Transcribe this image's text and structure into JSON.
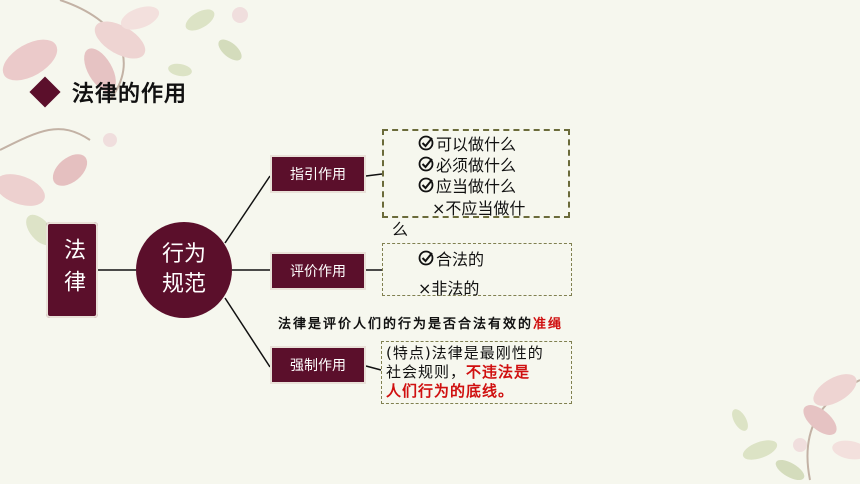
{
  "title": "法律的作用",
  "law_box": "法律",
  "center_circle": "行为\n规范",
  "branches": [
    {
      "label": "指引作用"
    },
    {
      "label": "评价作用"
    },
    {
      "label": "强制作用"
    }
  ],
  "guidance_items": [
    {
      "mark": "check",
      "text": "可以做什么"
    },
    {
      "mark": "check",
      "text": "必须做什么"
    },
    {
      "mark": "check",
      "text": "应当做什么"
    },
    {
      "mark": "cross",
      "text": "×不应当做什"
    },
    {
      "mark": "none",
      "text": "么"
    }
  ],
  "evaluation_items": [
    {
      "mark": "check",
      "text": "合法的"
    },
    {
      "mark": "cross",
      "text": "×非法的"
    }
  ],
  "evaluation_note": {
    "text": "法律是评价人们的行为是否合法有效的",
    "highlight": "准绳"
  },
  "enforcement": {
    "line1": "(特点)法律是最刚性的",
    "line2_prefix": "社会规则，",
    "line2_red": "不违法是",
    "line3_red": "人们行为的底线。"
  },
  "colors": {
    "maroon": "#5b0f2b",
    "highlight_red": "#d01010",
    "background": "#f6f7ee"
  }
}
